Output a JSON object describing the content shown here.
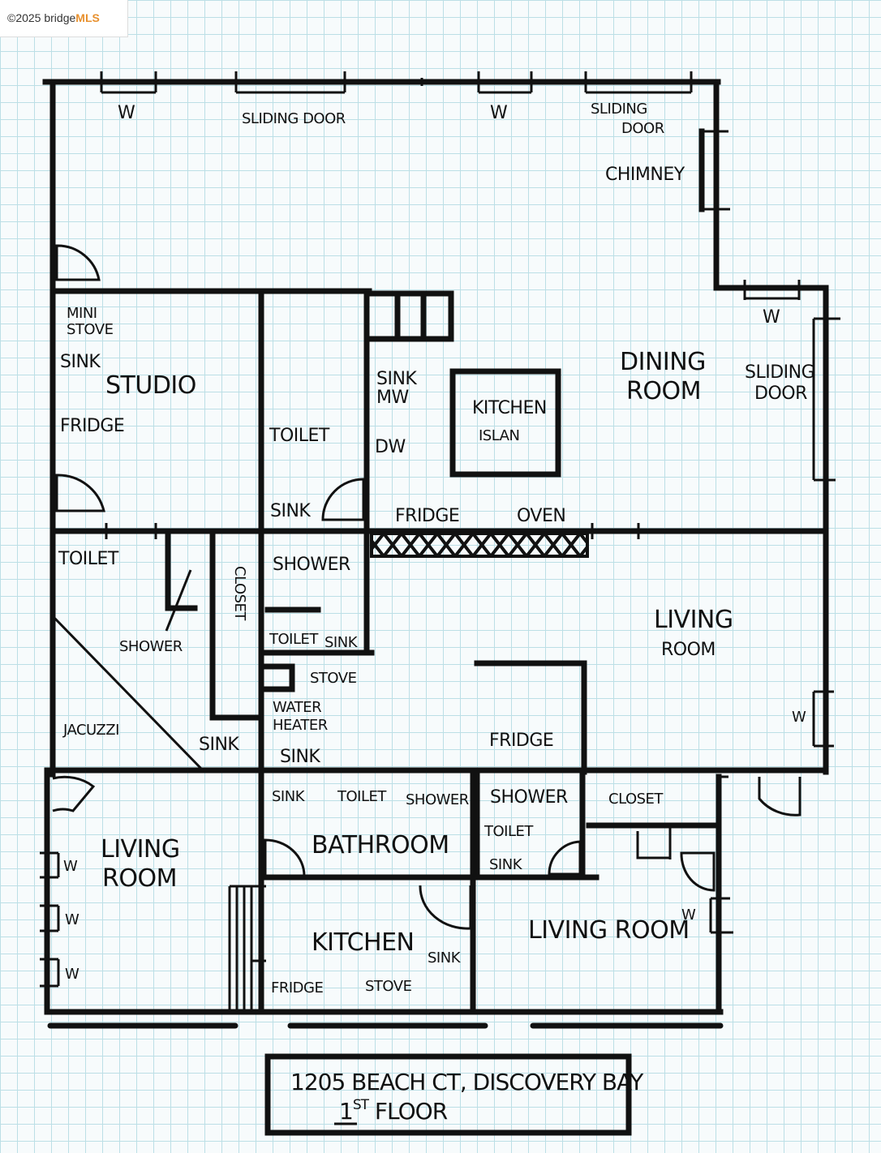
{
  "watermark": {
    "prefix": "©2025 bridge",
    "brand": "MLS"
  },
  "labels": {
    "w_top_1": "W",
    "sliding_door_top": "SLIDING DOOR",
    "w_top_2": "W",
    "sliding_door_top_right_1": "SLIDING",
    "sliding_door_top_right_2": "DOOR",
    "chimney": "CHIMNEY",
    "w_right_upper": "W",
    "mini_stove_1": "MINI",
    "mini_stove_2": "STOVE",
    "sink_studio": "SINK",
    "studio": "STUDIO",
    "fridge_studio": "FRIDGE",
    "sink_kitchen": "SINK",
    "mw": "MW",
    "dw": "DW",
    "kitchen_island_1": "KITCHEN",
    "kitchen_island_2": "ISLAN",
    "dining_room_1": "DINING",
    "dining_room_2": "ROOM",
    "sliding_door_right_1": "SLIDING",
    "sliding_door_right_2": "DOOR",
    "toilet_mid": "TOILET",
    "sink_mid": "SINK",
    "fridge_kitchen": "FRIDGE",
    "oven": "OVEN",
    "toilet_left": "TOILET",
    "closet_vertical": "CLOSET",
    "shower_mid": "SHOWER",
    "shower_left": "SHOWER",
    "toilet_bath2": "TOILET",
    "sink_bath2": "SINK",
    "living_room_right_1": "LIVING",
    "living_room_right_2": "ROOM",
    "stove_mid": "STOVE",
    "water_heater_1": "WATER",
    "water_heater_2": "HEATER",
    "jacuzzi": "JACUZZI",
    "sink_jacuzzi": "SINK",
    "sink_lower_mid": "SINK",
    "fridge_lower": "FRIDGE",
    "w_right_lower": "W",
    "sink_bathroom": "SINK",
    "toilet_bathroom": "TOILET",
    "shower_bathroom": "SHOWER",
    "bathroom": "BATHROOM",
    "shower_small": "SHOWER",
    "toilet_small": "TOILET",
    "sink_small": "SINK",
    "closet_right": "CLOSET",
    "living_room_left_1": "LIVING",
    "living_room_left_2": "ROOM",
    "w_left_1": "W",
    "w_left_2": "W",
    "w_left_3": "W",
    "kitchen_lower": "KITCHEN",
    "sink_kitchen_lower": "SINK",
    "fridge_kitchen_lower": "FRIDGE",
    "stove_kitchen_lower": "STOVE",
    "living_room_lower": "LIVING ROOM",
    "w_lower_right": "W"
  },
  "title": {
    "line1": "1205 BEACH CT, DISCOVERY BAY",
    "line2_num": "1",
    "line2_sup": "ST",
    "line2_rest": " FLOOR"
  }
}
